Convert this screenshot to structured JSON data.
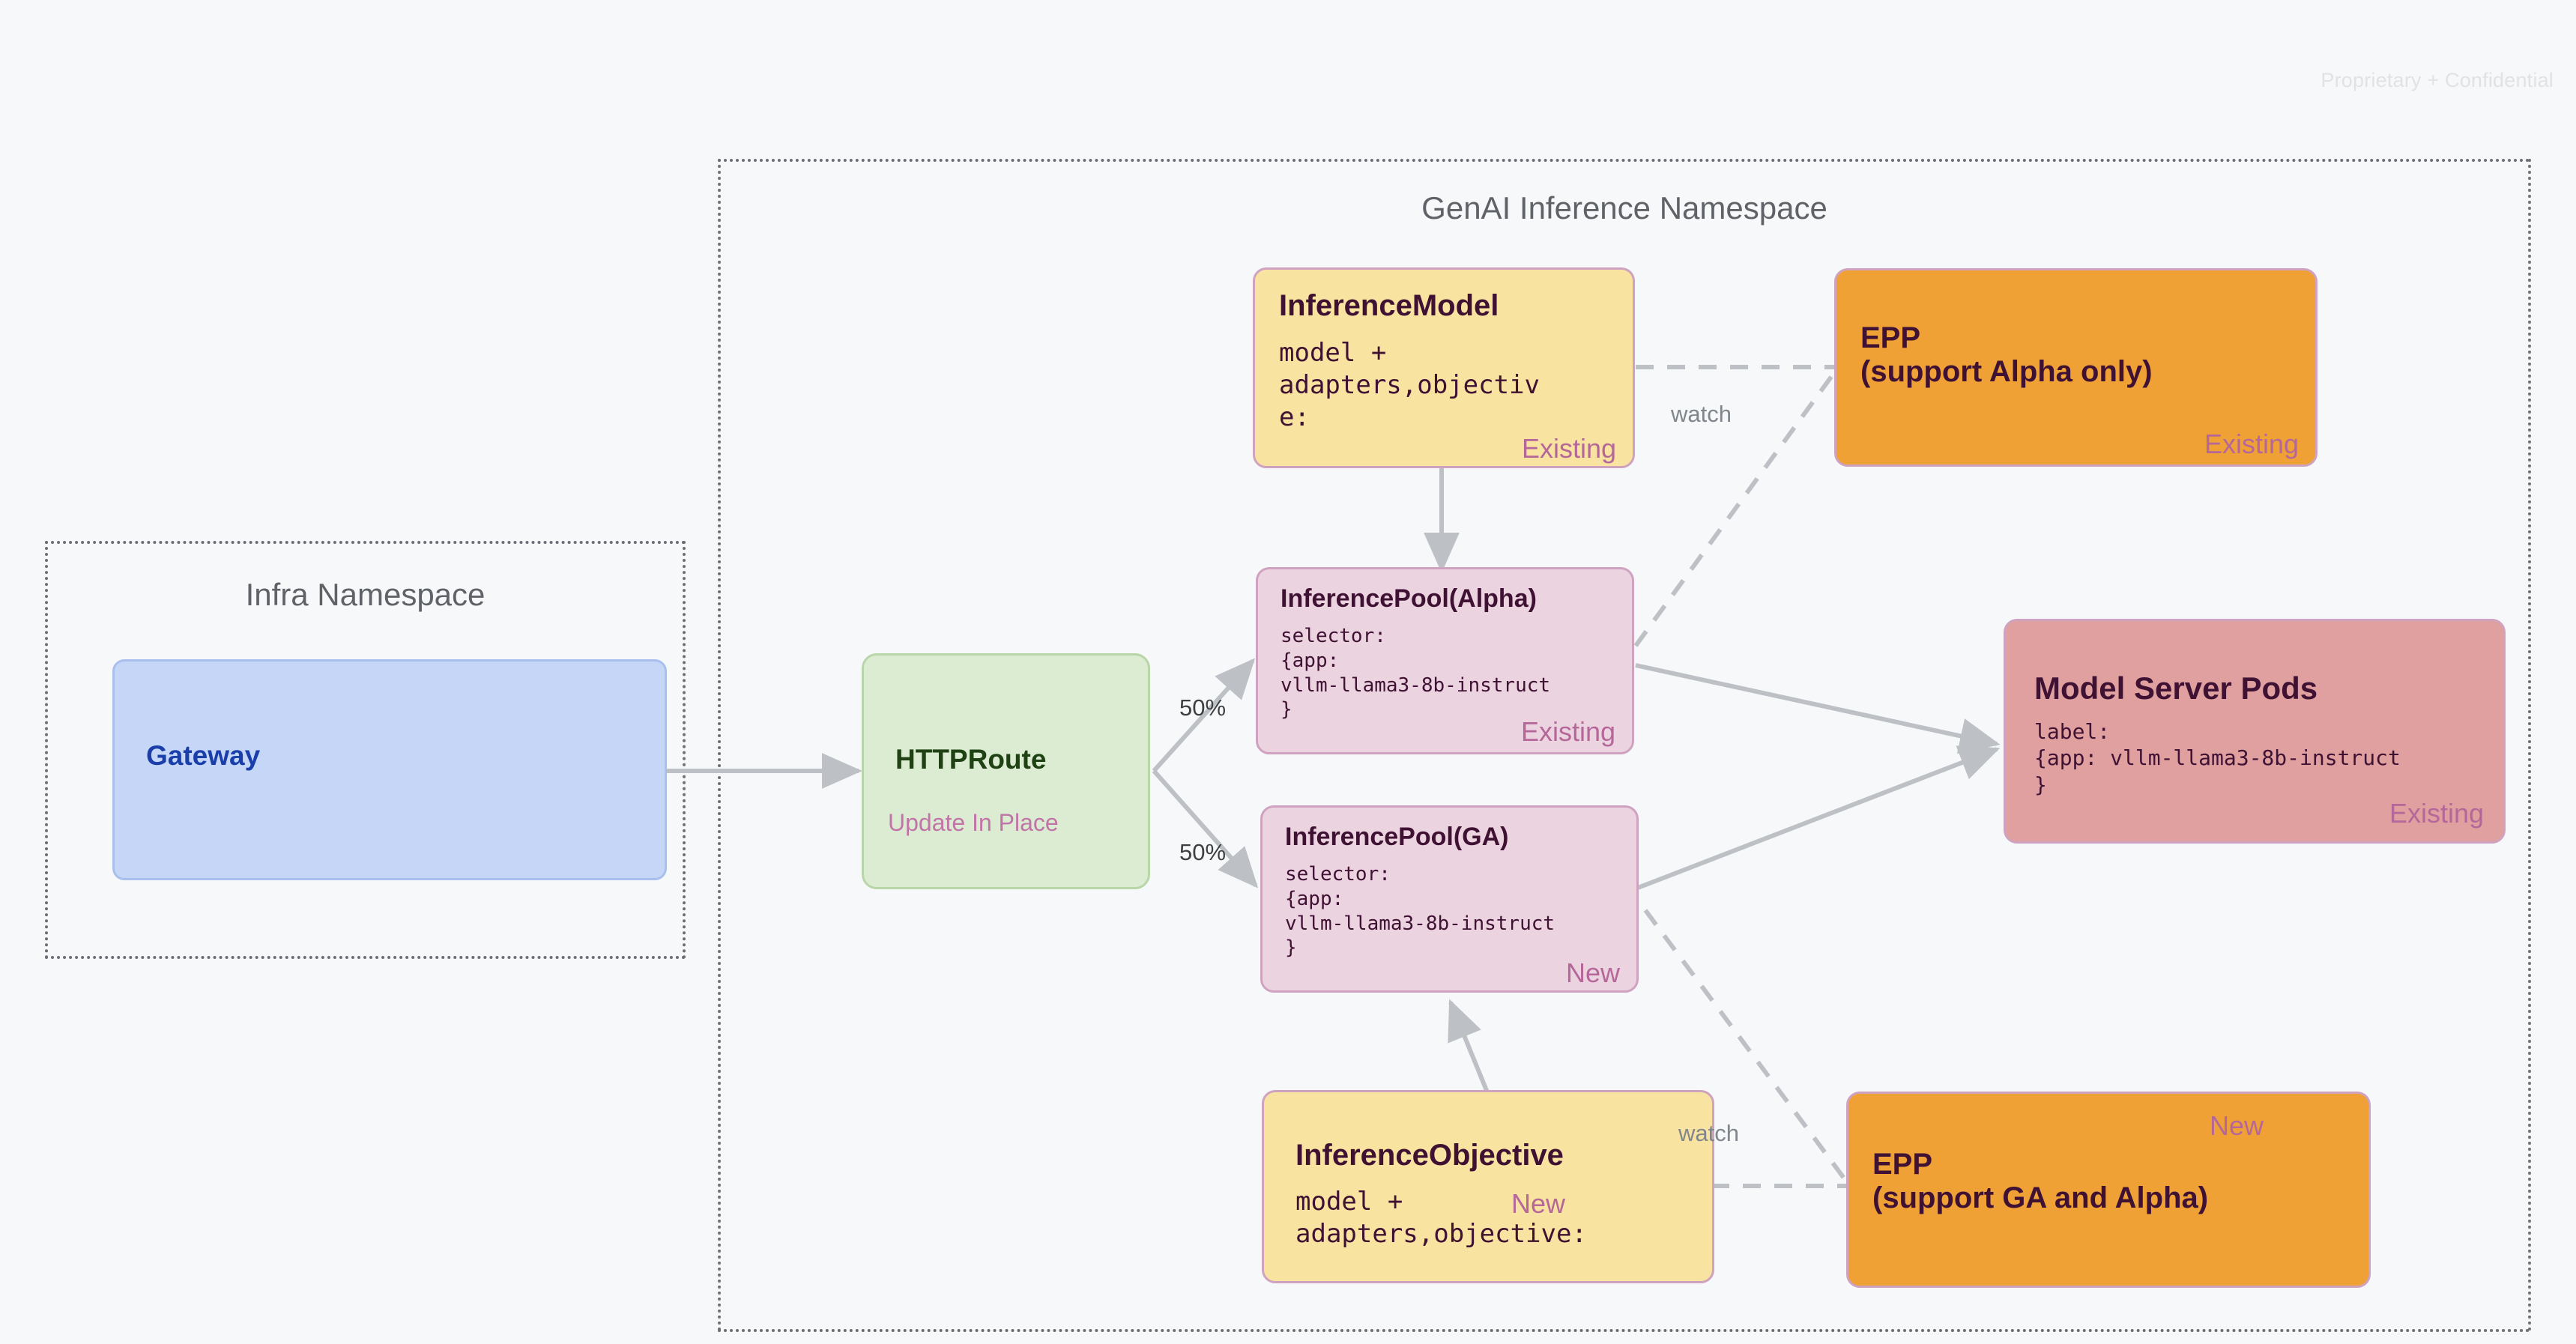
{
  "page": {
    "confidential_notice": "Proprietary + Confidential",
    "background_color": "#f7f8fa"
  },
  "namespaces": [
    {
      "id": "infra",
      "title": "Infra Namespace"
    },
    {
      "id": "genai",
      "title": "GenAI Inference Namespace"
    }
  ],
  "nodes": {
    "gateway": {
      "title": "Gateway",
      "body": "",
      "tag": "",
      "color": "#c5d6f7",
      "text_color": "#1b3faa"
    },
    "httproute": {
      "title": "HTTPRoute",
      "body": "",
      "tag": "Update In Place",
      "color": "#dcecd3",
      "text_color": "#1f4114"
    },
    "inference_model": {
      "title": "InferenceModel",
      "body": "model +\nadapters,objectiv\ne:",
      "tag": "Existing",
      "color": "#f9e3a0",
      "text_color": "#3f1133"
    },
    "epp_alpha": {
      "title": "EPP\n(support Alpha only)",
      "body": "",
      "tag": "Existing",
      "color": "#efa136",
      "text_color": "#3f1133"
    },
    "inference_pool_alpha": {
      "title": "InferencePool(Alpha)",
      "body": "selector:\n{app:\nvllm-llama3-8b-instruct\n}",
      "tag": "Existing",
      "color": "#ecd3e0",
      "text_color": "#3f1133"
    },
    "inference_pool_ga": {
      "title": "InferencePool(GA)",
      "body": "selector:\n{app:\nvllm-llama3-8b-instruct\n}",
      "tag": "New",
      "color": "#ecd3e0",
      "text_color": "#3f1133"
    },
    "model_server_pods": {
      "title": "Model Server Pods",
      "body": "label:\n{app: vllm-llama3-8b-instruct\n}",
      "tag": "Existing",
      "color": "#e0a0a0",
      "text_color": "#3f1133"
    },
    "inference_objective": {
      "title": "InferenceObjective",
      "body": "model +\nadapters,objective:",
      "tag": "New",
      "color": "#f9e3a0",
      "text_color": "#3f1133"
    },
    "epp_ga": {
      "title": "EPP\n(support GA and Alpha)",
      "body": "",
      "tag": "New",
      "color": "#efa136",
      "text_color": "#3f1133"
    }
  },
  "edges": {
    "split_top_label": "50%",
    "split_bottom_label": "50%",
    "watch_top_label": "watch",
    "watch_bottom_label": "watch"
  },
  "colors": {
    "tag_accent": "#b5679a",
    "node_border": "#cfa2c0",
    "wire": "#bdc1c6",
    "namespace_border": "#6b6f76",
    "title_text": "#5f6368"
  }
}
